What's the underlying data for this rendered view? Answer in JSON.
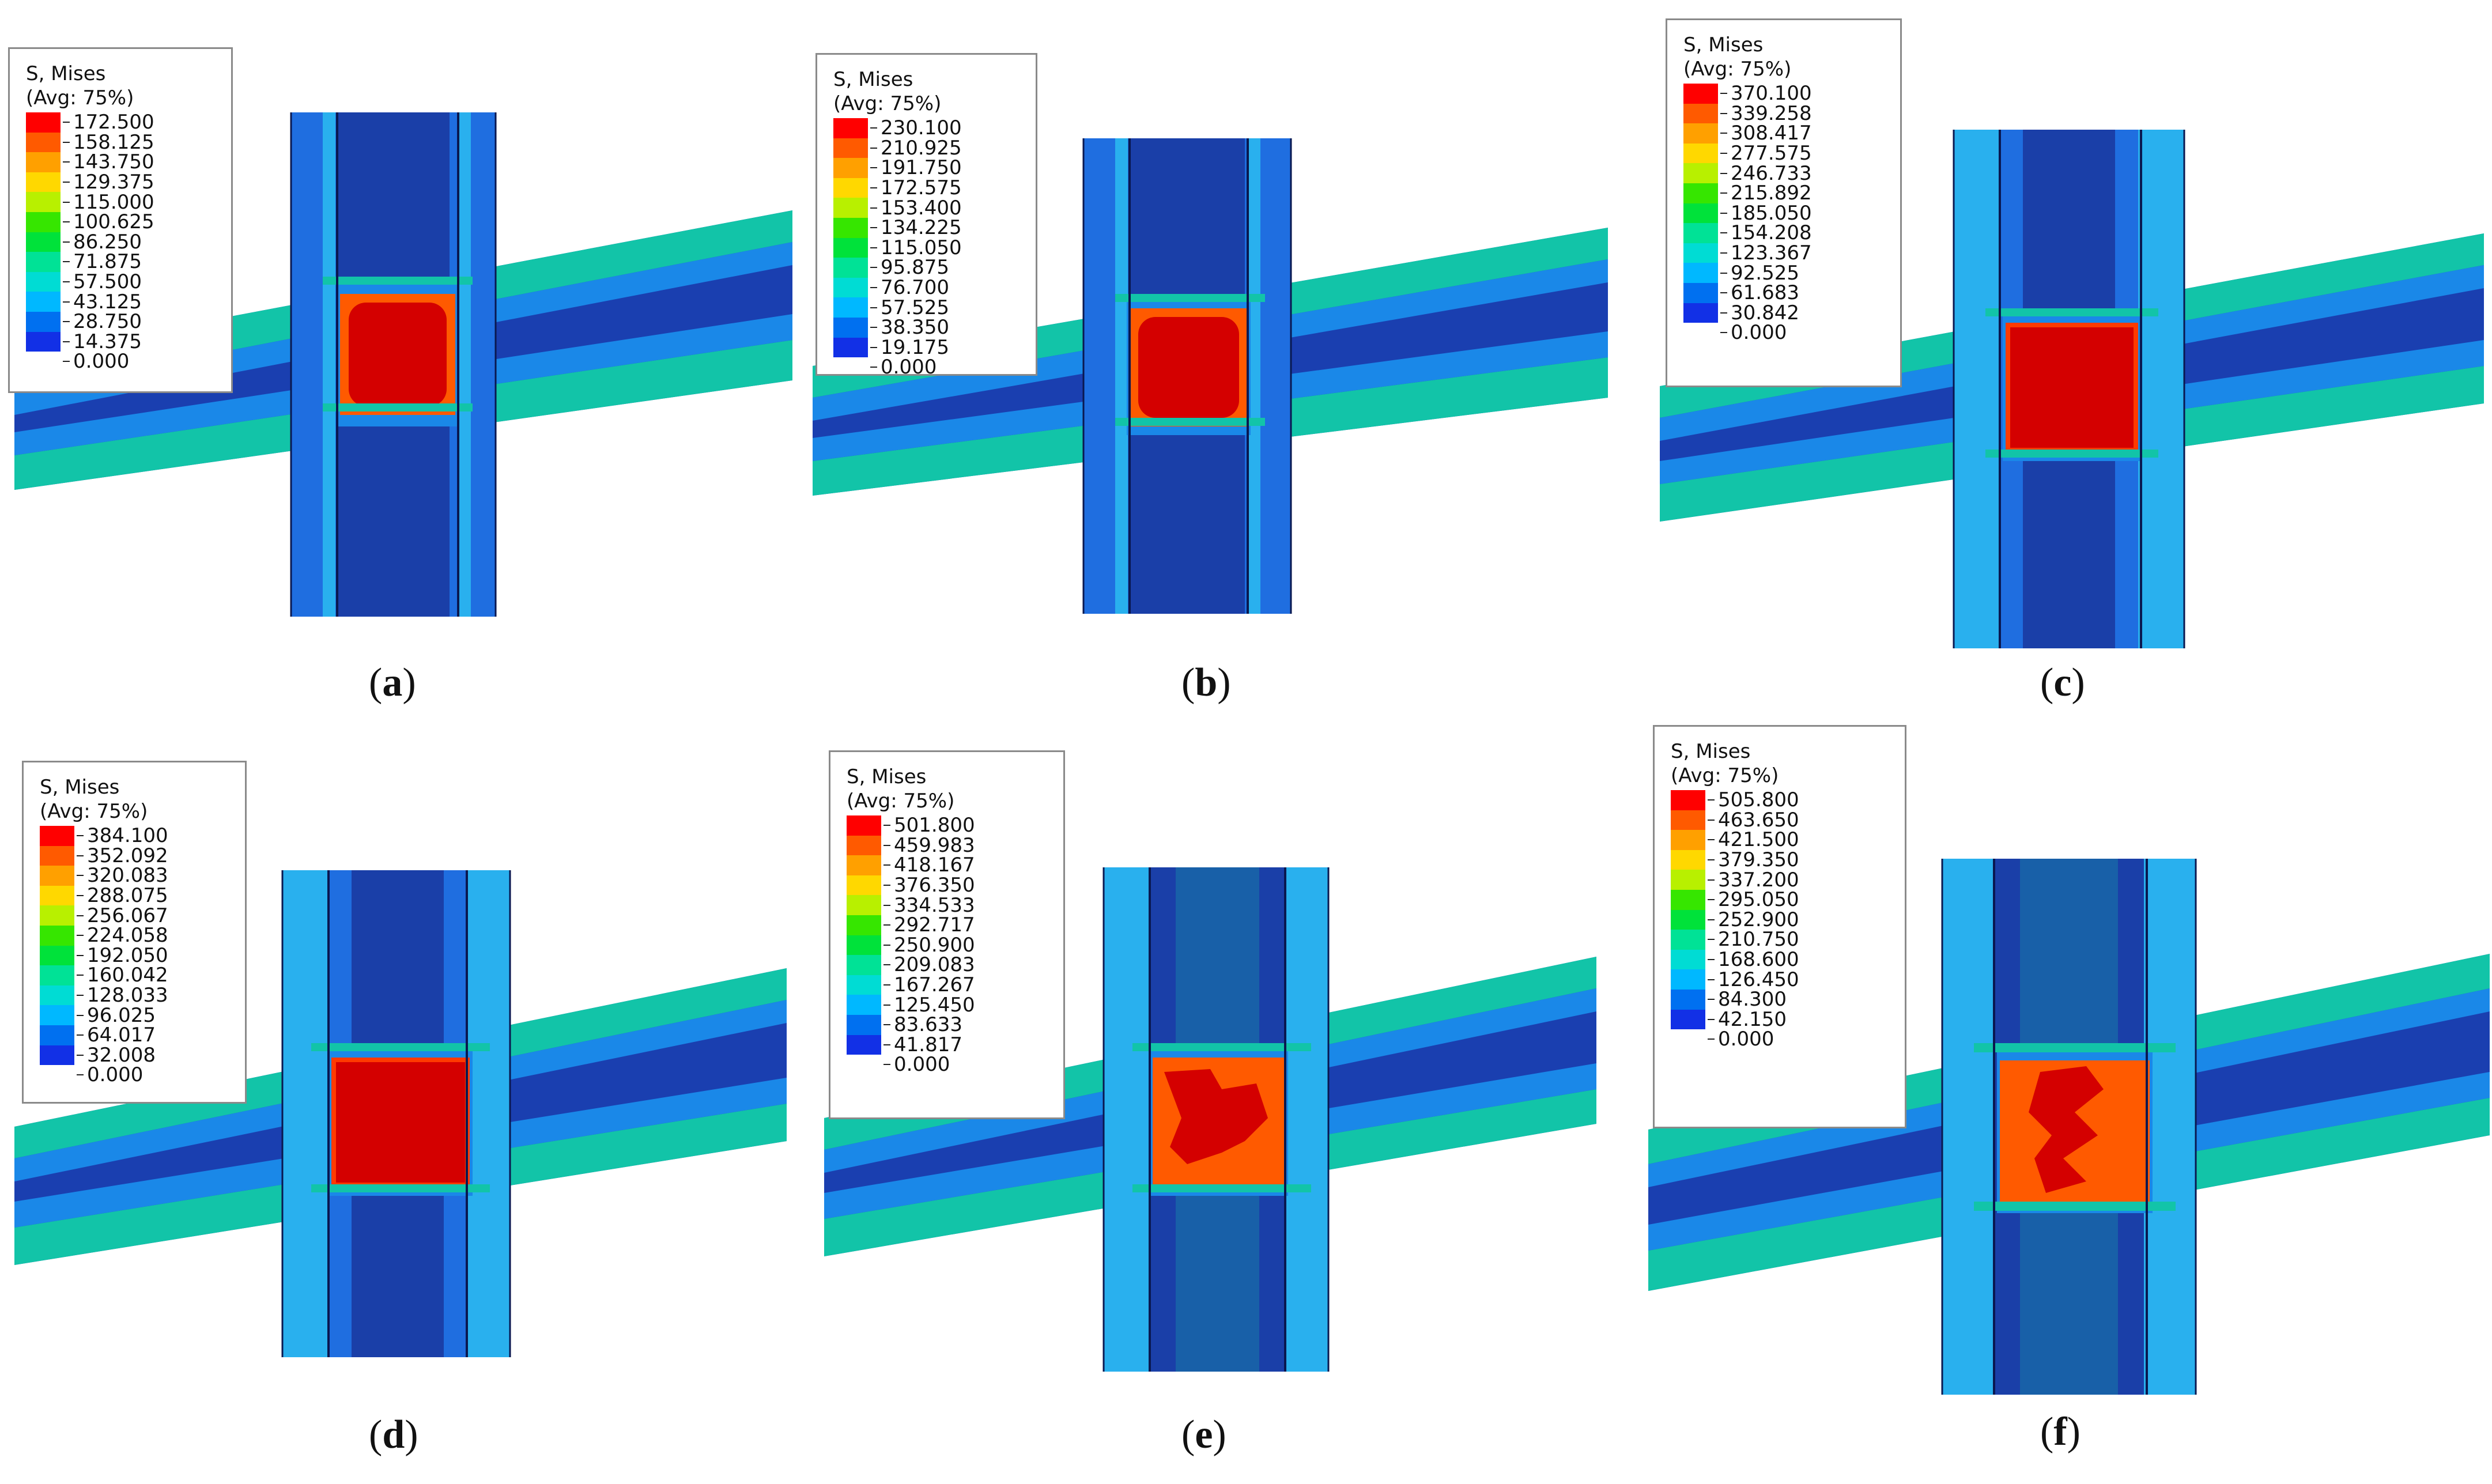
{
  "legend_common": {
    "title_line1": "S, Mises",
    "title_line2": "(Avg: 75%)"
  },
  "colors": [
    "#ff0000",
    "#ff5a00",
    "#ffa000",
    "#ffd800",
    "#b8f000",
    "#36e600",
    "#00e23a",
    "#00e296",
    "#00dcd4",
    "#00b8ff",
    "#0070f0",
    "#1230e6"
  ],
  "panels": [
    {
      "id": "a",
      "caption": "a",
      "values": [
        "172.500",
        "158.125",
        "143.750",
        "129.375",
        "115.000",
        "100.625",
        "86.250",
        "71.875",
        "57.500",
        "43.125",
        "28.750",
        "14.375",
        "0.000"
      ]
    },
    {
      "id": "b",
      "caption": "b",
      "values": [
        "230.100",
        "210.925",
        "191.750",
        "172.575",
        "153.400",
        "134.225",
        "115.050",
        "95.875",
        "76.700",
        "57.525",
        "38.350",
        "19.175",
        "0.000"
      ]
    },
    {
      "id": "c",
      "caption": "c",
      "values": [
        "370.100",
        "339.258",
        "308.417",
        "277.575",
        "246.733",
        "215.892",
        "185.050",
        "154.208",
        "123.367",
        "92.525",
        "61.683",
        "30.842",
        "0.000"
      ]
    },
    {
      "id": "d",
      "caption": "d",
      "values": [
        "384.100",
        "352.092",
        "320.083",
        "288.075",
        "256.067",
        "224.058",
        "192.050",
        "160.042",
        "128.033",
        "96.025",
        "64.017",
        "32.008",
        "0.000"
      ]
    },
    {
      "id": "e",
      "caption": "e",
      "values": [
        "501.800",
        "459.983",
        "418.167",
        "376.350",
        "334.533",
        "292.717",
        "250.900",
        "209.083",
        "167.267",
        "125.450",
        "83.633",
        "41.817",
        "0.000"
      ]
    },
    {
      "id": "f",
      "caption": "f",
      "values": [
        "505.800",
        "463.650",
        "421.500",
        "379.350",
        "337.200",
        "295.050",
        "252.900",
        "210.750",
        "168.600",
        "126.450",
        "84.300",
        "42.150",
        "0.000"
      ]
    }
  ]
}
